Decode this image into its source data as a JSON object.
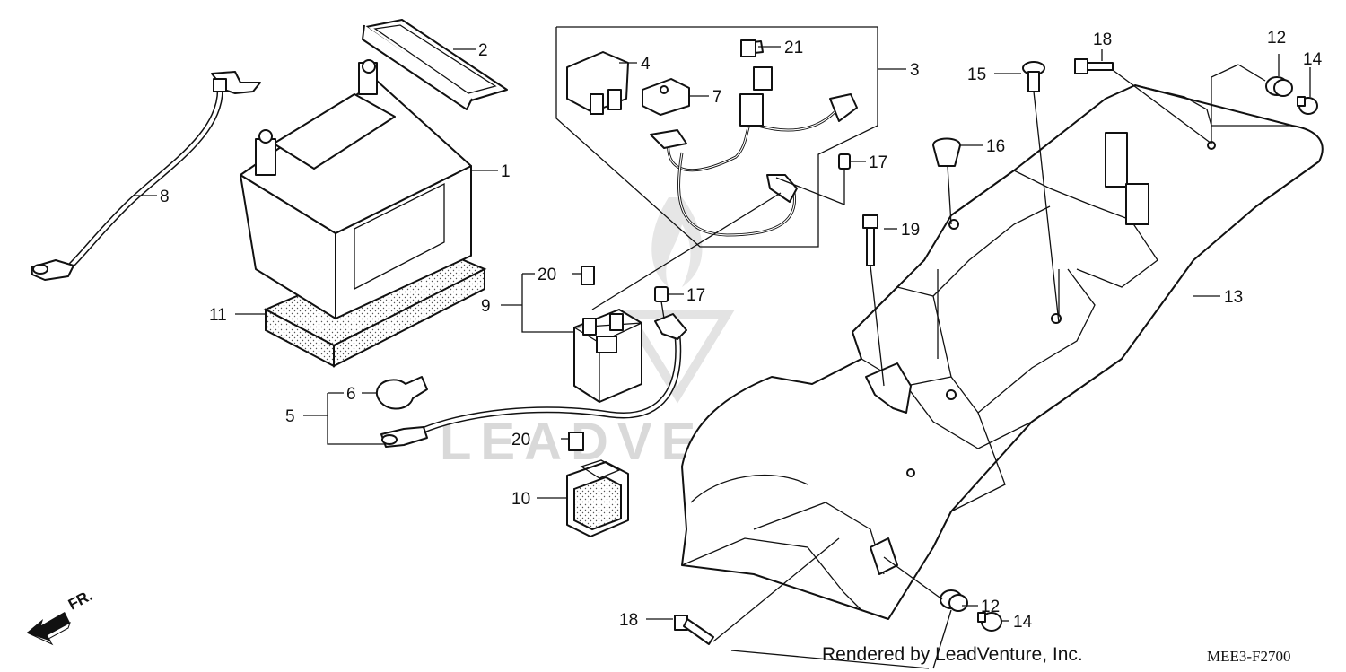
{
  "watermark": {
    "text": "LEADVENTURE"
  },
  "credit": "Rendered by LeadVenture, Inc.",
  "diagram_code": "MEE3-F2700",
  "front_marker": {
    "label": "FR.",
    "icon": "front-direction-arrow-icon"
  },
  "callouts": {
    "c1": "1",
    "c2": "2",
    "c3": "3",
    "c4": "4",
    "c5": "5",
    "c6": "6",
    "c7": "7",
    "c8": "8",
    "c9": "9",
    "c10": "10",
    "c11": "11",
    "c12a": "12",
    "c12b": "12",
    "c13": "13",
    "c14a": "14",
    "c14b": "14",
    "c15": "15",
    "c16": "16",
    "c17a": "17",
    "c17b": "17",
    "c18a": "18",
    "c18b": "18",
    "c19": "19",
    "c20a": "20",
    "c20b": "20",
    "c21": "21"
  }
}
